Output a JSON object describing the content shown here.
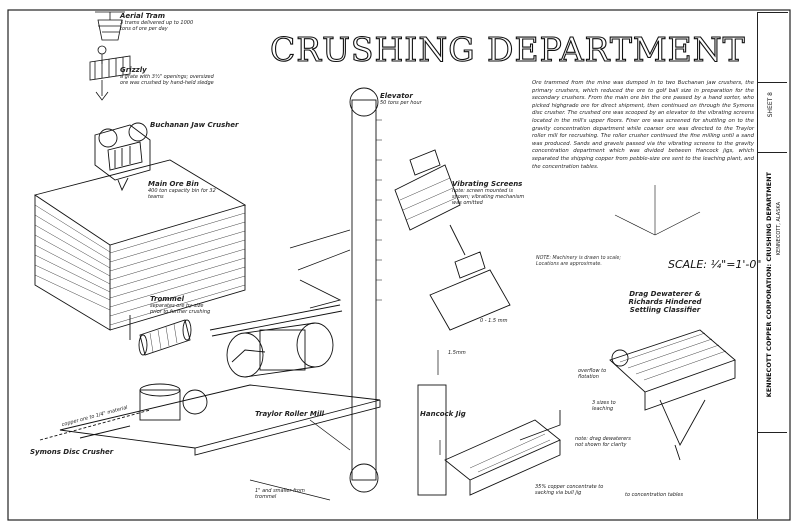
{
  "title": "CRUSHING DEPARTMENT",
  "labels": {
    "aerial_tram": {
      "name": "Aerial Tram",
      "desc": "3 trams delivered up to 1000 tons of ore per day"
    },
    "grizzly": {
      "name": "Grizzly",
      "desc": "a grate with 3½\" openings; oversized ore was crushed by hand-held sledge"
    },
    "buchanan": {
      "name": "Buchanan Jaw Crusher"
    },
    "main_ore_bin": {
      "name": "Main Ore Bin",
      "desc": "400 ton capacity bin for 32 teams"
    },
    "trommel": {
      "name": "Trommel",
      "desc": "separates ore by size prior to further crushing"
    },
    "symons": {
      "name": "Symons Disc Crusher"
    },
    "traylor": {
      "name": "Traylor Roller Mill"
    },
    "elevator": {
      "name": "Elevator",
      "desc": "50 tons per hour"
    },
    "vibrating": {
      "name": "Vibrating Screens",
      "desc": "note: screen mounted is shown; vibrating mechanism was omitted"
    },
    "hancock": {
      "name": "Hancock Jig"
    },
    "drag": {
      "name": "Drag Dewaterer & Richards Hindered Settling Classifier"
    },
    "copper_ore_label": "copper ore to 1/4\" material",
    "overflow": "overflow to flotation",
    "to_leaching": "3 sizes to leaching",
    "drag_note": "note: drag dewaterers not shown for clarity",
    "concentrate": "35% copper concentrate to sacking via bull jig",
    "to_tables": "to concentration tables",
    "from_trommel": "1\" and smaller from trommel",
    "mesh1": "0 - 1.5 mm",
    "mesh2": "1.5mm"
  },
  "paragraph": "Ore trammed from the mine was dumped in to two Buchanan jaw crushers, the primary crushers, which reduced the ore to golf ball size in preparation for the secondary crushers. From the main ore bin the ore passed by a hand sorter, who picked highgrade ore for direct shipment, then continued on through the Symons disc crusher. The crushed ore was scooped by an elevator to the vibrating screens located in the mill's upper floors. Finer ore was screened for shuttling on to the gravity concentration department while coarser ore was directed to the Traylor roller mill for recrushing. The roller crusher continued the fine milling until a sand was produced. Sands and gravels passed via the vibrating screens to the gravity concentration department which was divided between Hancock jigs, which separated the shipping copper from pebble-size ore sent to the leaching plant, and the concentration tables.",
  "note": "NOTE: Machinery is drawn to scale; Locations are approximate.",
  "scale": "SCALE: ¼\"=1'-0\"",
  "title_block": {
    "main": "KENNECOTT COPPER CORPORATION: CRUSHING DEPARTMENT",
    "sub": "KENNECOTT, ALASKA",
    "sheet": "SHEET 8"
  },
  "colors": {
    "ink": "#111111",
    "paper": "#ffffff"
  }
}
